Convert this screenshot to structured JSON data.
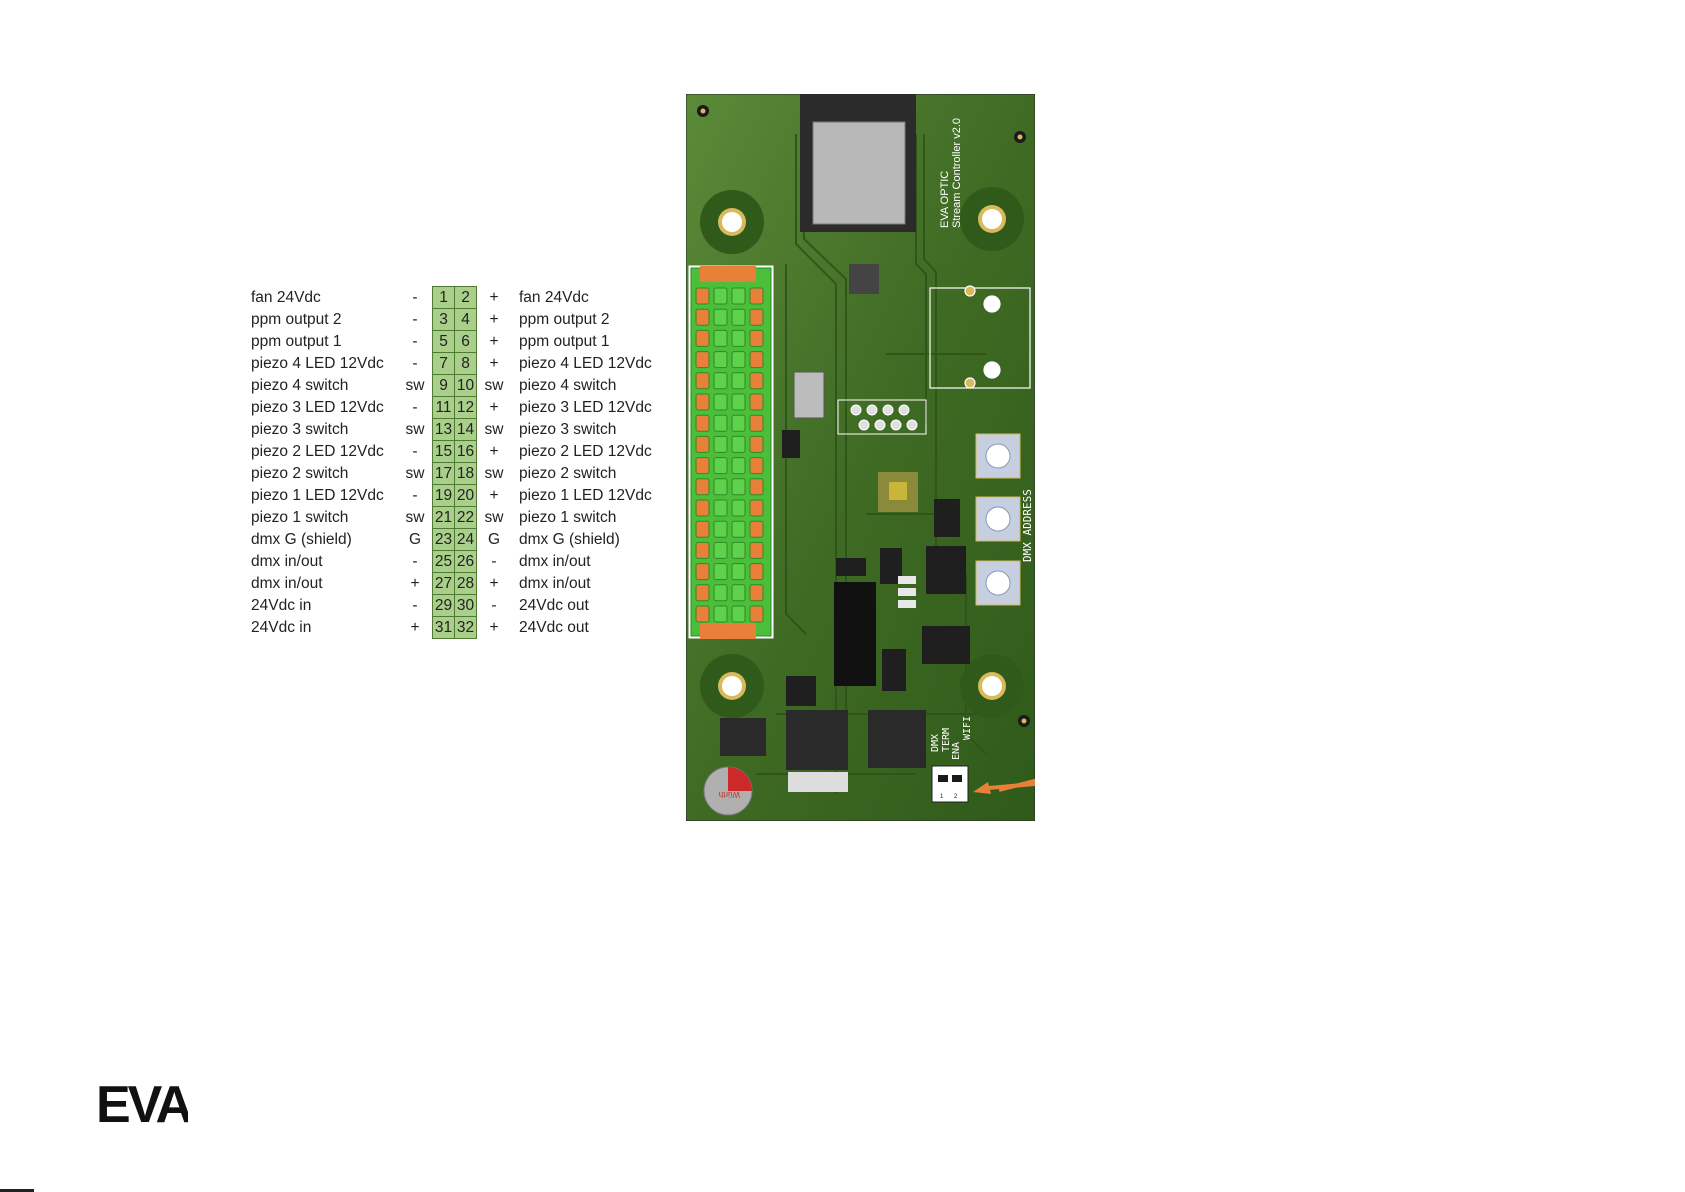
{
  "pin_rows": [
    {
      "left_label": "fan 24Vdc",
      "left_polarity": "-",
      "left_pin": "1",
      "right_pin": "2",
      "right_polarity": "+",
      "right_label": "fan 24Vdc"
    },
    {
      "left_label": "ppm output 2",
      "left_polarity": "-",
      "left_pin": "3",
      "right_pin": "4",
      "right_polarity": "+",
      "right_label": "ppm output 2"
    },
    {
      "left_label": "ppm output 1",
      "left_polarity": "-",
      "left_pin": "5",
      "right_pin": "6",
      "right_polarity": "+",
      "right_label": "ppm output 1"
    },
    {
      "left_label": "piezo 4 LED 12Vdc",
      "left_polarity": "-",
      "left_pin": "7",
      "right_pin": "8",
      "right_polarity": "+",
      "right_label": "piezo 4 LED 12Vdc"
    },
    {
      "left_label": "piezo 4 switch",
      "left_polarity": "sw",
      "left_pin": "9",
      "right_pin": "10",
      "right_polarity": "sw",
      "right_label": "piezo 4 switch"
    },
    {
      "left_label": "piezo 3 LED 12Vdc",
      "left_polarity": "-",
      "left_pin": "11",
      "right_pin": "12",
      "right_polarity": "+",
      "right_label": "piezo 3 LED 12Vdc"
    },
    {
      "left_label": "piezo 3 switch",
      "left_polarity": "sw",
      "left_pin": "13",
      "right_pin": "14",
      "right_polarity": "sw",
      "right_label": "piezo 3 switch"
    },
    {
      "left_label": "piezo 2 LED 12Vdc",
      "left_polarity": "-",
      "left_pin": "15",
      "right_pin": "16",
      "right_polarity": "+",
      "right_label": "piezo 2 LED 12Vdc"
    },
    {
      "left_label": "piezo 2 switch",
      "left_polarity": "sw",
      "left_pin": "17",
      "right_pin": "18",
      "right_polarity": "sw",
      "right_label": "piezo 2 switch"
    },
    {
      "left_label": "piezo 1 LED 12Vdc",
      "left_polarity": "-",
      "left_pin": "19",
      "right_pin": "20",
      "right_polarity": "+",
      "right_label": "piezo 1 LED 12Vdc"
    },
    {
      "left_label": "piezo 1 switch",
      "left_polarity": "sw",
      "left_pin": "21",
      "right_pin": "22",
      "right_polarity": "sw",
      "right_label": "piezo 1 switch"
    },
    {
      "left_label": "dmx G (shield)",
      "left_polarity": "G",
      "left_pin": "23",
      "right_pin": "24",
      "right_polarity": "G",
      "right_label": "dmx G (shield)"
    },
    {
      "left_label": "dmx in/out",
      "left_polarity": "-",
      "left_pin": "25",
      "right_pin": "26",
      "right_polarity": "-",
      "right_label": "dmx in/out"
    },
    {
      "left_label": "dmx in/out",
      "left_polarity": "+",
      "left_pin": "27",
      "right_pin": "28",
      "right_polarity": "+",
      "right_label": "dmx in/out"
    },
    {
      "left_label": "24Vdc in",
      "left_polarity": "-",
      "left_pin": "29",
      "right_pin": "30",
      "right_polarity": "-",
      "right_label": "24Vdc out"
    },
    {
      "left_label": "24Vdc in",
      "left_polarity": "+",
      "left_pin": "31",
      "right_pin": "32",
      "right_polarity": "+",
      "right_label": "24Vdc out"
    }
  ],
  "pcb": {
    "title_line1": "EVA OPTIC",
    "title_line2": "Stream Controller v2.0",
    "dmx_address_label": "DMX ADDRESS",
    "dip_labels": [
      "DMX",
      "TERM",
      "ENA",
      "WIFI"
    ],
    "dip_numbers": [
      "1",
      "2"
    ],
    "capacitor_brand": "Würth",
    "board_color": "#3f6b24",
    "connector_color": "#4bbf3a",
    "arrow_color": "#e8803a"
  },
  "brand": {
    "logo_text": "EVA"
  }
}
